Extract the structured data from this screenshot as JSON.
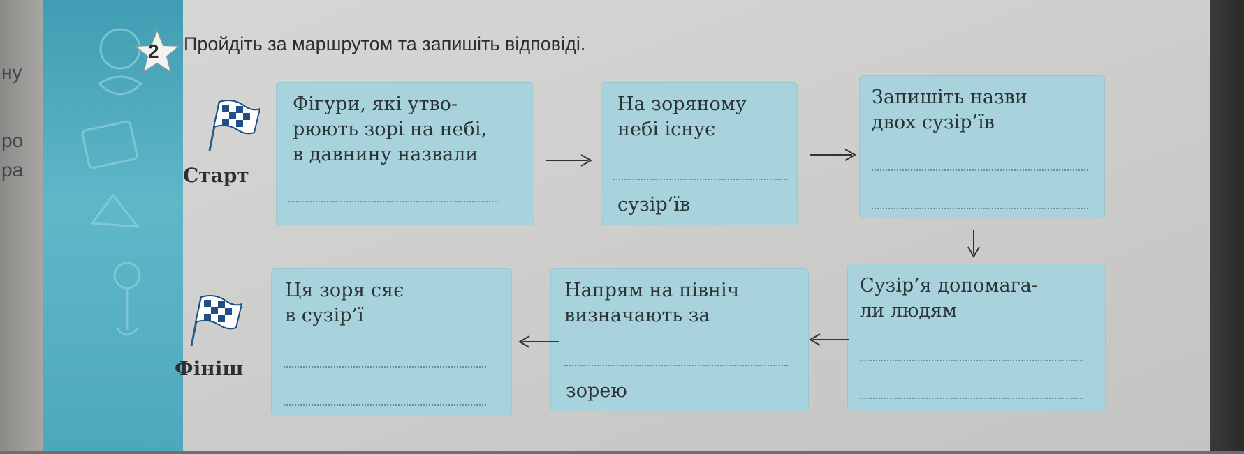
{
  "left_page": {
    "fragments": [
      "ну",
      "ро",
      "ра"
    ]
  },
  "task": {
    "number": "2",
    "title": "Пройдіть за маршрутом та запишіть відповіді."
  },
  "labels": {
    "start": "Старт",
    "finish": "Фініш"
  },
  "boxes": [
    {
      "text": "Фігури, які утво-\nрюють зорі на небі,\nв давнину назвали",
      "after": ""
    },
    {
      "text": "На зоряному\nнебі існує",
      "after": "сузір’їв"
    },
    {
      "text": "Запишіть назви\nдвох сузір’їв",
      "after": ""
    },
    {
      "text": "Сузір’я допомага-\nли людям",
      "after": ""
    },
    {
      "text": "Напрям на північ\nвизначають за",
      "after": "зорею"
    },
    {
      "text": "Ця зоря сяє\nв сузір’ї",
      "after": ""
    }
  ]
}
